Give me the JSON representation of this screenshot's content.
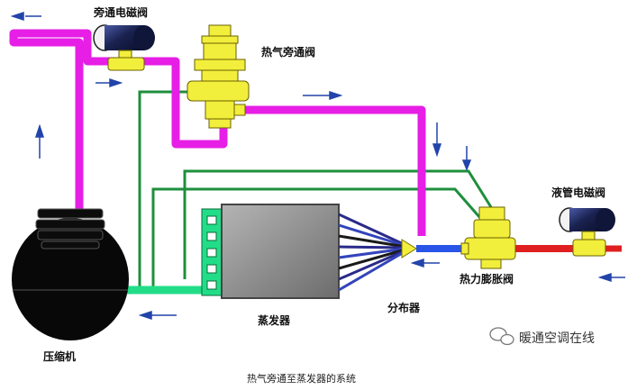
{
  "labels": {
    "bypass_solenoid": "旁通电磁阀",
    "hot_gas_bypass_valve": "热气旁通阀",
    "liquid_solenoid": "液管电磁阀",
    "expansion_valve": "热力膨胀阀",
    "distributor": "分布器",
    "evaporator": "蒸发器",
    "compressor": "压缩机"
  },
  "caption": "热气旁通至蒸发器的系统",
  "watermark": "暖通空调在线",
  "colors": {
    "hot_gas_line": "#e61ee6",
    "suction_line": "#22dd88",
    "equalizer_line": "#1e8f3c",
    "liquid_line": "#e02020",
    "blue_line": "#2855e8",
    "valve_yellow": "#f2ee3c",
    "solenoid_coil": "#1a2250",
    "evaporator_body": "#8c8c8c",
    "compressor_body": "#080808",
    "arrow": "#2244aa"
  },
  "icons": [
    "solenoid-valve-icon",
    "compressor-icon",
    "evaporator-icon",
    "distributor-icon",
    "flow-arrow-icon",
    "wechat-icon"
  ]
}
